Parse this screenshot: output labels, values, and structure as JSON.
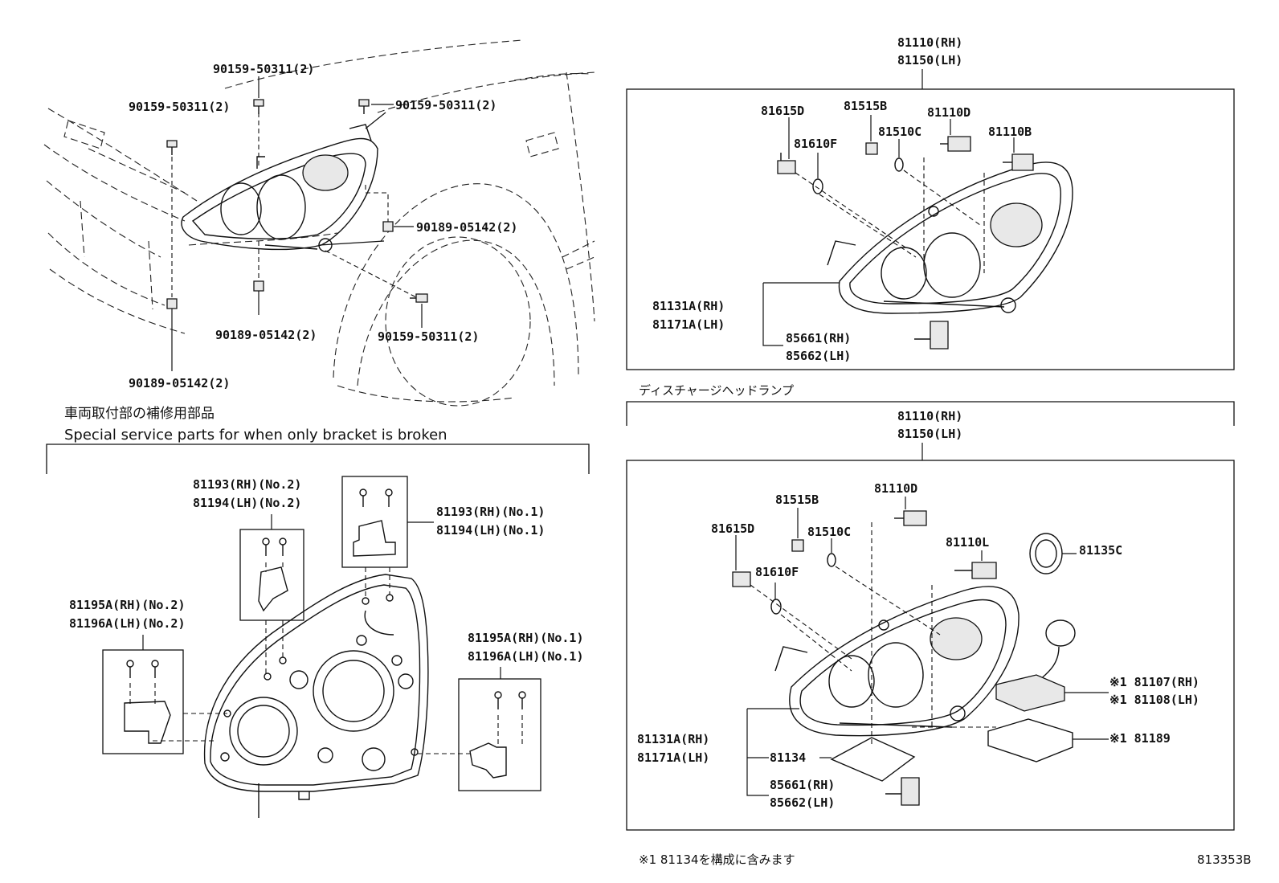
{
  "top_left": {
    "labels": [
      {
        "id": "bolt-top-center",
        "text": "90159-50311(2)"
      },
      {
        "id": "bolt-top-left",
        "text": "90159-50311(2)"
      },
      {
        "id": "bolt-top-right",
        "text": "90159-50311(2)"
      },
      {
        "id": "nut-right",
        "text": "90189-05142(2)"
      },
      {
        "id": "nut-bottom-center",
        "text": "90189-05142(2)"
      },
      {
        "id": "bolt-bottom-right",
        "text": "90159-50311(2)"
      },
      {
        "id": "nut-bottom-left",
        "text": "90189-05142(2)"
      }
    ]
  },
  "service_section": {
    "title_jp": "車両取付部の補修用部品",
    "title_en": "Special service parts for when only bracket is broken",
    "labels": [
      {
        "id": "81193-no2",
        "line1": "81193(RH)(No.2)",
        "line2": "81194(LH)(No.2)"
      },
      {
        "id": "81193-no1",
        "line1": "81193(RH)(No.1)",
        "line2": "81194(LH)(No.1)"
      },
      {
        "id": "81195-no2",
        "line1": "81195A(RH)(No.2)",
        "line2": "81196A(LH)(No.2)"
      },
      {
        "id": "81195-no1",
        "line1": "81195A(RH)(No.1)",
        "line2": "81196A(LH)(No.1)"
      }
    ]
  },
  "halogen": {
    "assembly_rh": "81110(RH)",
    "assembly_lh": "81150(LH)",
    "labels": {
      "p81615D": "81615D",
      "p81515B": "81515B",
      "p81110D": "81110D",
      "p81610F": "81610F",
      "p81510C": "81510C",
      "p81110B": "81110B",
      "p81131A": "81131A(RH)",
      "p81171A": "81171A(LH)",
      "p85661": "85661(RH)",
      "p85662": "85662(LH)"
    }
  },
  "discharge": {
    "title_jp": "ディスチャージヘッドランプ",
    "assembly_rh": "81110(RH)",
    "assembly_lh": "81150(LH)",
    "labels": {
      "p81110D": "81110D",
      "p81515B": "81515B",
      "p81615D": "81615D",
      "p81510C": "81510C",
      "p81110L": "81110L",
      "p81135C": "81135C",
      "p81610F": "81610F",
      "p81107": "※1 81107(RH)",
      "p81108": "※1 81108(LH)",
      "p81189": "※1 81189",
      "p81131A": "81131A(RH)",
      "p81171A": "81171A(LH)",
      "p81134": "81134",
      "p85661": "85661(RH)",
      "p85662": "85662(LH)"
    }
  },
  "footer": {
    "note": "※1 81134を構成に含みます",
    "figure_id": "813353B"
  }
}
